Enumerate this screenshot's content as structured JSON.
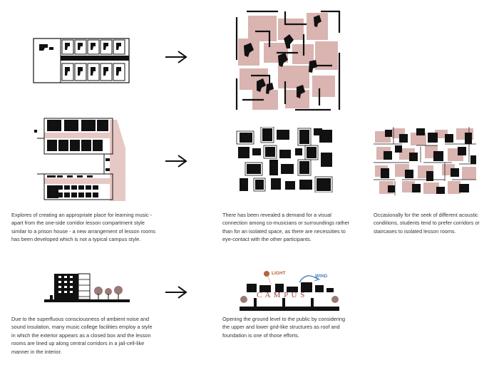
{
  "colors": {
    "ink": "#111111",
    "pink": "#d9b4b0",
    "pink_light": "#e6c8c4",
    "text": "#333333",
    "light_label": "#b5633a",
    "wind_label": "#4f86c6",
    "campus_label": "#a0443c"
  },
  "captions": {
    "c1": [
      "Explores of creating an appropriate place for learning music -",
      "apart from the one-side corridor lesson compartment style",
      "similar to a prison house - a new arrangement of lesson rooms",
      "has been developed which is not a typical campus style."
    ],
    "c2": [
      "There has been revealed a demand for a visual",
      "connection among co-musicians or surroundings rather",
      "than for an isolated space, as there are necessities to",
      "eye-contact with the other participants."
    ],
    "c3": [
      "Occasionally for the seek of different acoustic",
      "conditions, students tend to prefer corridors or",
      "staircases to isolated lesson rooms."
    ],
    "c4": [
      "Due to the superfluous consciousness of ambient noise and",
      "sound insulation, many music college facilities employ a style",
      "in which the exterior appears as a closed box and the lesson",
      "rooms are lined up along central corridors in a jail-cell-like",
      "manner in the interior."
    ],
    "c5": [
      "Opening the ground level to the public by considering",
      "the upper and lower grid-like structures as roof and",
      "foundation is one of those efforts."
    ]
  },
  "labels": {
    "light": "LIGHT",
    "wind": "WIND",
    "campus": "C A M P U S"
  },
  "icons": {
    "arrow": "right-arrow-icon"
  }
}
